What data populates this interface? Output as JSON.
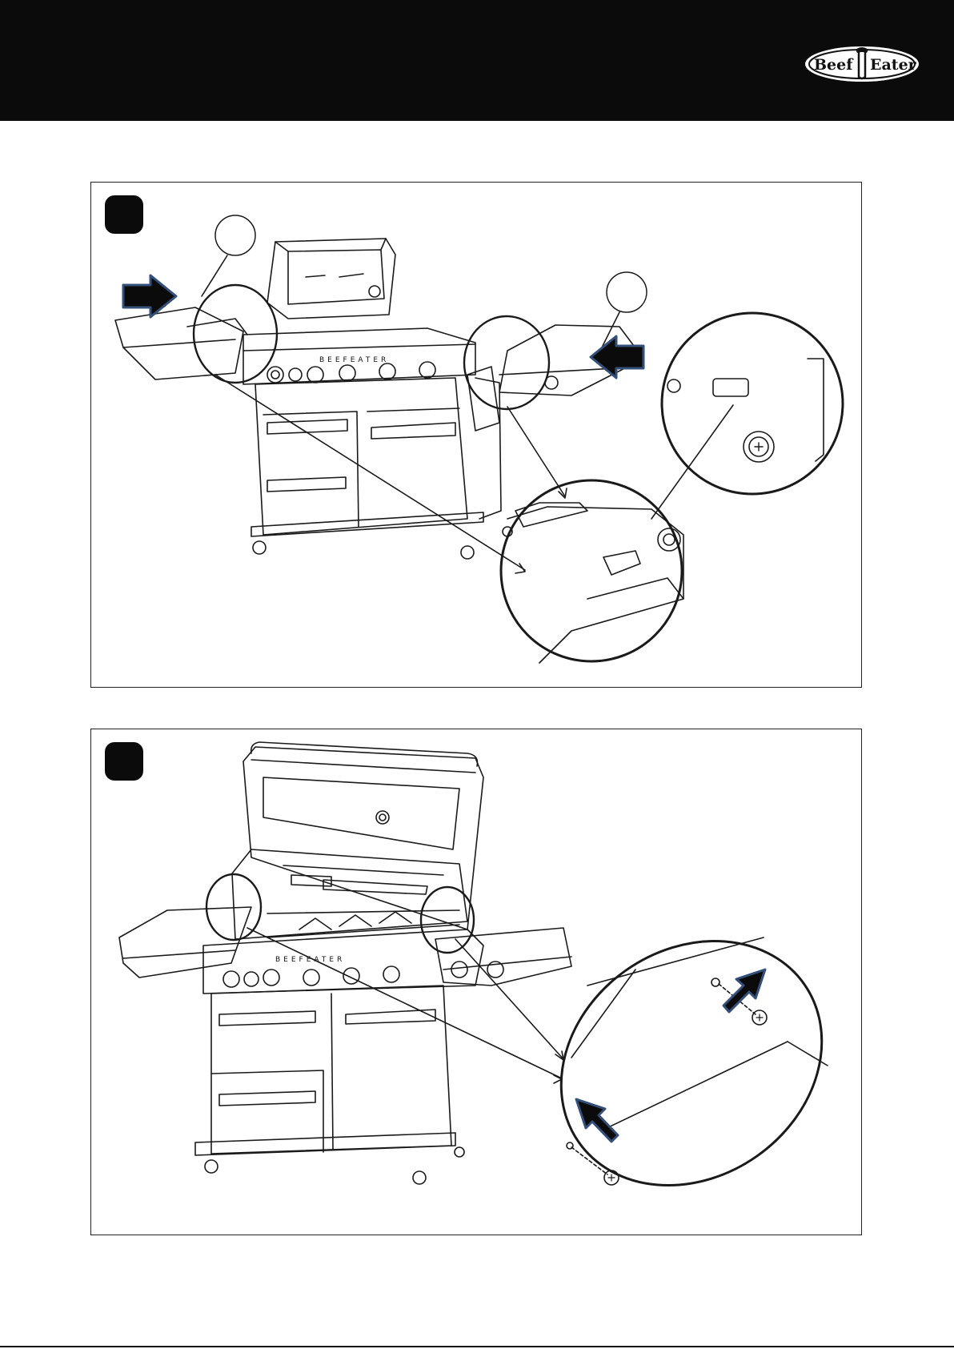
{
  "header": {
    "logo_text_left": "Beef",
    "logo_text_right": "Eater",
    "background_color": "#0b0b0b"
  },
  "steps": [
    {
      "number": "",
      "callouts": [
        "",
        ""
      ]
    },
    {
      "number": ""
    }
  ],
  "grill": {
    "brand_label": "BEEFEATER"
  },
  "colors": {
    "arrow_fill": "#0b0b0b",
    "arrow_outline": "#34507a",
    "line": "#1a1a1a"
  },
  "footer": {
    "code": ""
  }
}
